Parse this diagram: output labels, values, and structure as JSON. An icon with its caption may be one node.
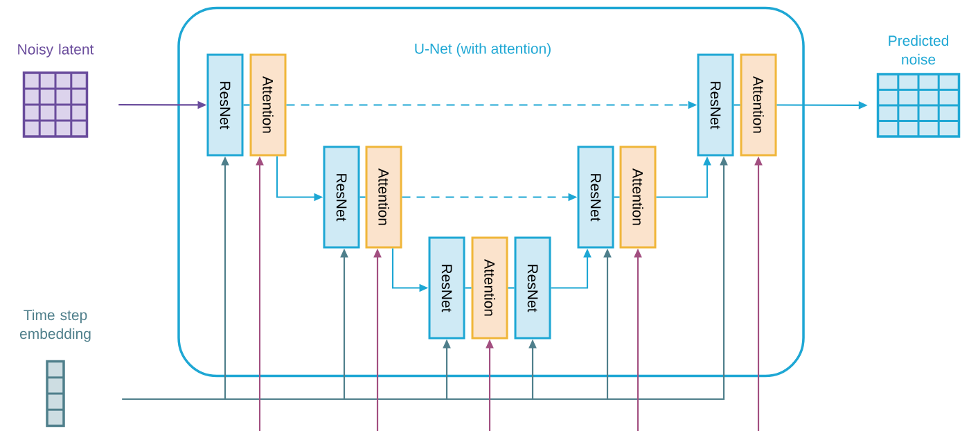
{
  "diagram": {
    "nodes": [
      {
        "text": [
          "U-Net (with attention)"
        ]
      },
      {
        "text": [
          "Noisy latent"
        ]
      },
      {
        "text": [
          "ResNet"
        ],
        "in": 0
      },
      {
        "text": [
          "Attention"
        ],
        "in": 0
      },
      {
        "text": [
          "ResNet"
        ],
        "in": 0
      },
      {
        "text": [
          "Attention"
        ],
        "in": 0
      },
      {
        "text": [
          "ResNet"
        ],
        "in": 0
      },
      {
        "text": [
          "Attention"
        ],
        "in": 0
      },
      {
        "text": [
          "ResNet"
        ],
        "in": 0
      },
      {
        "text": [
          "ResNet"
        ],
        "in": 0
      },
      {
        "text": [
          "Attention"
        ],
        "in": 0
      },
      {
        "text": [
          "ResNet"
        ],
        "in": 0
      },
      {
        "text": [
          "Attention"
        ],
        "in": 0
      },
      {
        "text": [
          "Predicted noise"
        ]
      },
      {
        "text": [
          "Time step embedding"
        ]
      }
    ],
    "edges": [
      {
        "from": 1,
        "to": 2,
        "arrow": "to",
        "color": "#6a4c9c"
      },
      {
        "from": 2,
        "to": 3,
        "arrow": "none"
      },
      {
        "from": 3,
        "to": 11,
        "arrow": "to",
        "style": "dashed"
      },
      {
        "from": 3,
        "to": 4,
        "arrow": "to"
      },
      {
        "from": 4,
        "to": 5,
        "arrow": "none"
      },
      {
        "from": 5,
        "to": 9,
        "arrow": "to",
        "style": "dashed"
      },
      {
        "from": 5,
        "to": 6,
        "arrow": "to"
      },
      {
        "from": 6,
        "to": 7,
        "arrow": "none"
      },
      {
        "from": 7,
        "to": 8,
        "arrow": "none"
      },
      {
        "from": 8,
        "to": 9,
        "arrow": "to"
      },
      {
        "from": 9,
        "to": 10,
        "arrow": "none"
      },
      {
        "from": 10,
        "to": 11,
        "arrow": "to"
      },
      {
        "from": 11,
        "to": 12,
        "arrow": "none"
      },
      {
        "from": 12,
        "to": 13,
        "arrow": "to"
      },
      {
        "from": 14,
        "to": 2,
        "arrow": "to",
        "color": "#4f7f8b"
      },
      {
        "from": 14,
        "to": 4,
        "arrow": "to",
        "color": "#4f7f8b"
      },
      {
        "from": 14,
        "to": 6,
        "arrow": "to",
        "color": "#4f7f8b"
      },
      {
        "from": 14,
        "to": 8,
        "arrow": "to",
        "color": "#4f7f8b"
      },
      {
        "from": 14,
        "to": 9,
        "arrow": "to",
        "color": "#4f7f8b"
      },
      {
        "from": 14,
        "to": 11,
        "arrow": "to",
        "color": "#4f7f8b"
      },
      {
        "from": null,
        "to": 3,
        "arrow": "to",
        "color": "#a24f80"
      },
      {
        "from": null,
        "to": 5,
        "arrow": "to",
        "color": "#a24f80"
      },
      {
        "from": null,
        "to": 7,
        "arrow": "to",
        "color": "#a24f80"
      },
      {
        "from": null,
        "to": 10,
        "arrow": "to",
        "color": "#a24f80"
      },
      {
        "from": null,
        "to": 12,
        "arrow": "to",
        "color": "#a24f80"
      }
    ]
  }
}
